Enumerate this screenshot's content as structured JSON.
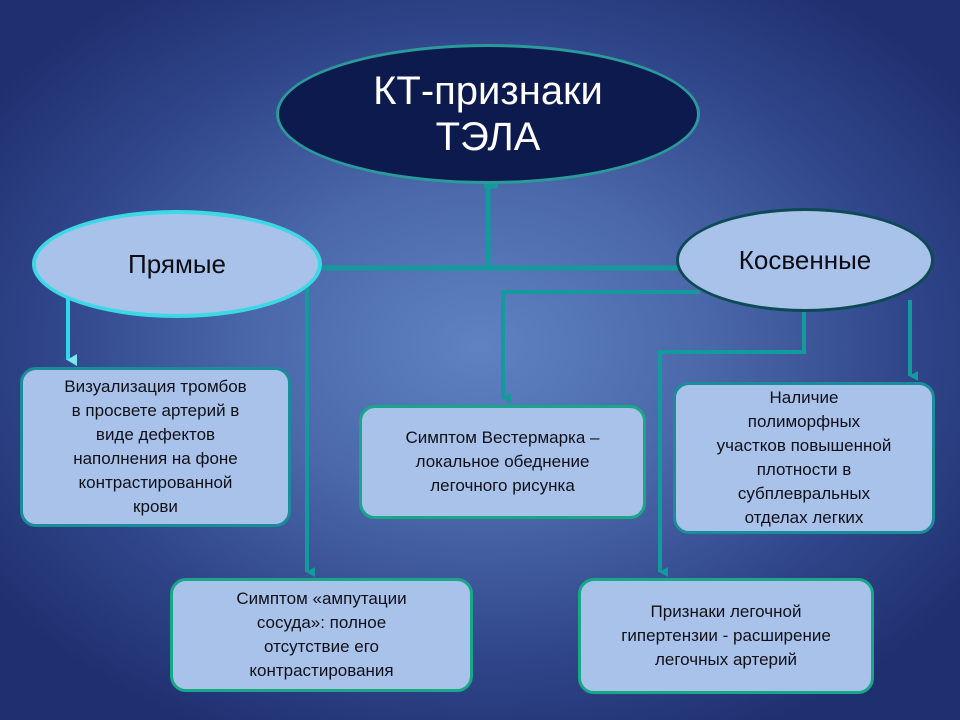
{
  "title": "КТ-признаки\nТЭЛА",
  "categories": {
    "direct": "Прямые",
    "indirect": "Косвенные"
  },
  "signs": {
    "thrombus": "Визуализация тромбов\nв просвете артерий в\nвиде дефектов\nнаполнения на фоне\nконтрастированной\nкрови",
    "westermark": "Симптом Вестермарка –\nлокальное обеднение\nлегочного рисунка",
    "polymorph": "Наличие\nполиморфных\nучастков повышенной\nплотности  в\nсубплевральных\nотделах легких",
    "amputation": "Симптом «ампутации\nсосуда»: полное\nотсутствие его\nконтрастирования",
    "hypertension": "Признаки легочной\nгипертензии - расширение\nлегочных артерий"
  },
  "colors": {
    "connector": "#129a9c",
    "connector_light": "#2fd8e8",
    "node_fill": "#a9c2ea",
    "title_fill": "#0d1a4e"
  }
}
